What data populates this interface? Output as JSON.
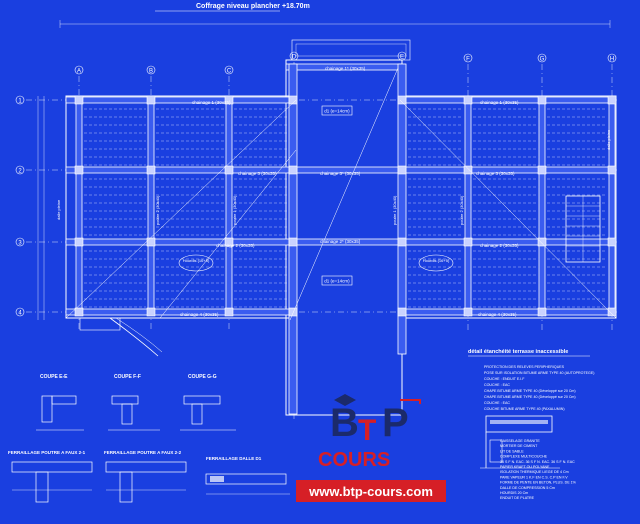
{
  "title": "Coffrage niveau plancher +18.70m",
  "axes_letters": [
    "A",
    "B",
    "C",
    "D",
    "E",
    "F",
    "G",
    "H"
  ],
  "axes_numbers": [
    "1",
    "2",
    "3",
    "4"
  ],
  "chainages": {
    "c1_left": "chainage 1 (30x35)",
    "c1_right": "chainage 1 (30x35)",
    "c1_top_center": "chainage 1* (30x35)",
    "c2_left": "chainage 2 (30x35)",
    "c2_right": "chainage 2 (30x35)",
    "c2_center": "chainage 2* (30x35)",
    "c3_left": "chainage 3 (30x35)",
    "c3_right": "chainage 3 (30x35)",
    "c3_center": "chainage 3* (30x35)",
    "c4_left": "chainage 4 (30x35)",
    "c4_right": "chainage 4 (30x35)"
  },
  "poutres": {
    "p1": "poutre 1 (30x40)",
    "p2": "poutre 2 (30x40)"
  },
  "dalle_label": "dalle pleine",
  "hourdis_label": "Hourdis (16+5)",
  "center_tag": "d1 (e=14cm)",
  "etancheite_title": "détail étanchéité terrasse inaccessible",
  "etancheite_layers": [
    "PROTECTION DES RELEVES PERIPHERIQUES",
    "POSE SUR ISOLATION BITUME ARME TYPE 40 (AUTOPROTEGE)",
    "COUCHE : ENDUIT E.I.F",
    "COUCHE : EAC",
    "CHAPE BITUME ARME TYPE 40 (Développé sur 20 Cm)",
    "CHAPE BITUME ARME TYPE 40 (Développé sur 20 Cm)",
    "COUCHE : EAC",
    "COUCHE BITUME ARME TYPE 40 (PAXALUMIN)"
  ],
  "etancheite_right_layers": [
    "CAISSELAGE GRANITE",
    "MORTIER DE CIMENT",
    "LIT DE SABLE",
    "COMPLEXE MULTICOUCHE",
    "36 S F N. EAC. 36 S F N. EAC. 36 S F N. EAC",
    "PAPIER KRAFT OU POLYANE",
    "ISOLATION THERMIQUE LIEGE DE 4 Cm",
    "PARE VAPEUR 1 K.F EN C.S. C.P EN F.V",
    "FORME DE PENTE EN BETON, PLUS. DE 1%",
    "DALLE DE COMPRESSION 5 Cm",
    "HOURDIS 20 Cm",
    "ENDUIT DE PLATRE"
  ],
  "coupes": [
    "COUPE E-E",
    "COUPE F-F",
    "COUPE G-G"
  ],
  "ferraillages": [
    "FERRAILLAGE POUTRE A FAUX 2-1",
    "FERRAILLAGE POUTRE A FAUX 2-2",
    "FERRAILLAGE DALLE D1"
  ],
  "logo": {
    "letters": "BTP",
    "word": "COURS",
    "url": "www.btp-cours.com",
    "colors": {
      "navy": "#1b2a6b",
      "red": "#d61f26",
      "bg": "#1a3fe0"
    }
  }
}
